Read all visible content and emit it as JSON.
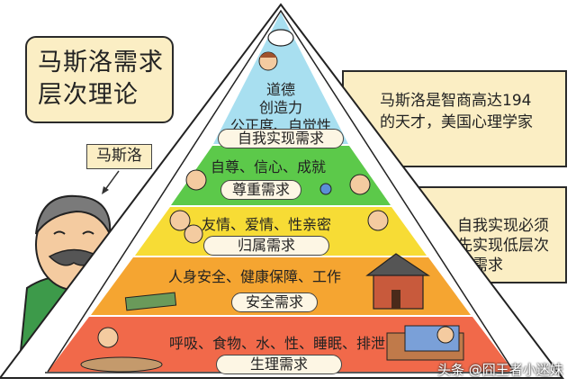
{
  "title": {
    "line1": "马斯洛需求",
    "line2": "层次理论"
  },
  "person_label": "马斯洛",
  "notes": {
    "top": {
      "line1": "马斯洛是智商高达194",
      "line2": "的天才，美国心理学家"
    },
    "middle": {
      "line1": "自我实现必须",
      "line2": "先实现低层次",
      "line3": "的需求"
    }
  },
  "pyramid": {
    "levels": [
      {
        "name": "自我实现需求",
        "items": [
          "道德",
          "创造力",
          "公正度、自觉性"
        ],
        "color": "#a8dff0",
        "icon": "thinking-boy-icon"
      },
      {
        "name": "尊重需求",
        "items": [
          "自尊、信心、成就"
        ],
        "color": "#5cc94a",
        "icon": "flower-giving-couple-icon"
      },
      {
        "name": "归属需求",
        "items": [
          "友情、爱情、性亲密"
        ],
        "color": "#f7dc35",
        "icon": "hugging-family-icon"
      },
      {
        "name": "安全需求",
        "items": [
          "人身安全、健康保障、工作"
        ],
        "color": "#f5a531",
        "icon": "house-and-money-icon"
      },
      {
        "name": "生理需求",
        "items": [
          "呼吸、食物、水、性、睡眠、排泄"
        ],
        "color": "#f1694a",
        "icon": "eating-and-sleeping-icon"
      }
    ]
  },
  "watermark": "头条 @囧王者小迷妹",
  "colors": {
    "note_bg": "#fbeec4",
    "outline": "#2a2a2a"
  }
}
